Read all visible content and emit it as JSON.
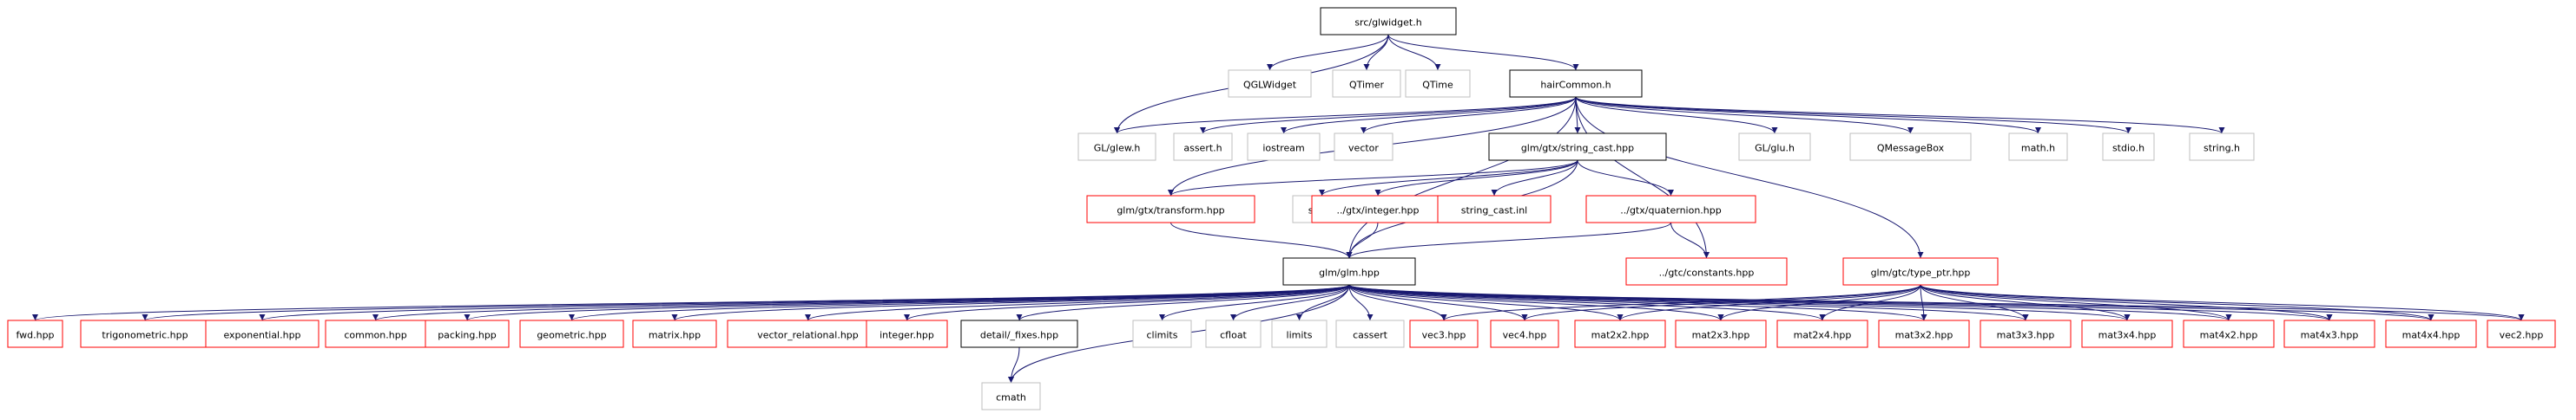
{
  "colors": {
    "root_fill": "#bfbfbf",
    "root_border": "#000000",
    "local_border": "#000000",
    "system_border": "#bfbfbf",
    "missing_border": "#ff0000",
    "edge": "#191970",
    "text": "#000000"
  },
  "nodes": [
    {
      "id": "glwidget",
      "label": "src/glwidget.h",
      "kind": "root"
    },
    {
      "id": "haircommon",
      "label": "hairCommon.h",
      "kind": "local"
    },
    {
      "id": "qglwidget",
      "label": "QGLWidget",
      "kind": "system"
    },
    {
      "id": "qtimer",
      "label": "QTimer",
      "kind": "system"
    },
    {
      "id": "qtime",
      "label": "QTime",
      "kind": "system"
    },
    {
      "id": "glew",
      "label": "GL/glew.h",
      "kind": "system"
    },
    {
      "id": "assert",
      "label": "assert.h",
      "kind": "system"
    },
    {
      "id": "iostream",
      "label": "iostream",
      "kind": "system"
    },
    {
      "id": "vector",
      "label": "vector",
      "kind": "system"
    },
    {
      "id": "string_cast",
      "label": "glm/gtx/string_cast.hpp",
      "kind": "local"
    },
    {
      "id": "glu",
      "label": "GL/glu.h",
      "kind": "system"
    },
    {
      "id": "qmessagebox",
      "label": "QMessageBox",
      "kind": "system"
    },
    {
      "id": "math",
      "label": "math.h",
      "kind": "system"
    },
    {
      "id": "stdio",
      "label": "stdio.h",
      "kind": "system"
    },
    {
      "id": "stringh",
      "label": "string.h",
      "kind": "system"
    },
    {
      "id": "transform",
      "label": "glm/gtx/transform.hpp",
      "kind": "missing"
    },
    {
      "id": "string",
      "label": "string",
      "kind": "system"
    },
    {
      "id": "gtx_integer",
      "label": "../gtx/integer.hpp",
      "kind": "missing"
    },
    {
      "id": "string_cast_inl",
      "label": "string_cast.inl",
      "kind": "missing"
    },
    {
      "id": "quaternion",
      "label": "../gtx/quaternion.hpp",
      "kind": "missing"
    },
    {
      "id": "glm",
      "label": "glm/glm.hpp",
      "kind": "local"
    },
    {
      "id": "constants",
      "label": "../gtc/constants.hpp",
      "kind": "missing"
    },
    {
      "id": "type_ptr",
      "label": "glm/gtc/type_ptr.hpp",
      "kind": "missing"
    },
    {
      "id": "fwd",
      "label": "fwd.hpp",
      "kind": "missing"
    },
    {
      "id": "trigonometric",
      "label": "trigonometric.hpp",
      "kind": "missing"
    },
    {
      "id": "exponential",
      "label": "exponential.hpp",
      "kind": "missing"
    },
    {
      "id": "common",
      "label": "common.hpp",
      "kind": "missing"
    },
    {
      "id": "packing",
      "label": "packing.hpp",
      "kind": "missing"
    },
    {
      "id": "geometric",
      "label": "geometric.hpp",
      "kind": "missing"
    },
    {
      "id": "matrix",
      "label": "matrix.hpp",
      "kind": "missing"
    },
    {
      "id": "vector_relational",
      "label": "vector_relational.hpp",
      "kind": "missing"
    },
    {
      "id": "integer",
      "label": "integer.hpp",
      "kind": "missing"
    },
    {
      "id": "fixes",
      "label": "detail/_fixes.hpp",
      "kind": "local"
    },
    {
      "id": "climits",
      "label": "climits",
      "kind": "system"
    },
    {
      "id": "cfloat",
      "label": "cfloat",
      "kind": "system"
    },
    {
      "id": "limits",
      "label": "limits",
      "kind": "system"
    },
    {
      "id": "cassert",
      "label": "cassert",
      "kind": "system"
    },
    {
      "id": "vec3",
      "label": "vec3.hpp",
      "kind": "missing"
    },
    {
      "id": "vec4",
      "label": "vec4.hpp",
      "kind": "missing"
    },
    {
      "id": "mat2x2",
      "label": "mat2x2.hpp",
      "kind": "missing"
    },
    {
      "id": "mat2x3",
      "label": "mat2x3.hpp",
      "kind": "missing"
    },
    {
      "id": "mat2x4",
      "label": "mat2x4.hpp",
      "kind": "missing"
    },
    {
      "id": "mat3x2",
      "label": "mat3x2.hpp",
      "kind": "missing"
    },
    {
      "id": "mat3x3",
      "label": "mat3x3.hpp",
      "kind": "missing"
    },
    {
      "id": "mat3x4",
      "label": "mat3x4.hpp",
      "kind": "missing"
    },
    {
      "id": "mat4x2",
      "label": "mat4x2.hpp",
      "kind": "missing"
    },
    {
      "id": "mat4x3",
      "label": "mat4x3.hpp",
      "kind": "missing"
    },
    {
      "id": "mat4x4",
      "label": "mat4x4.hpp",
      "kind": "missing"
    },
    {
      "id": "vec2",
      "label": "vec2.hpp",
      "kind": "missing"
    },
    {
      "id": "cmath",
      "label": "cmath",
      "kind": "system"
    }
  ],
  "edges": [
    [
      "glwidget",
      "glew"
    ],
    [
      "glwidget",
      "qglwidget"
    ],
    [
      "glwidget",
      "qtimer"
    ],
    [
      "glwidget",
      "qtime"
    ],
    [
      "glwidget",
      "haircommon"
    ],
    [
      "haircommon",
      "glew"
    ],
    [
      "haircommon",
      "assert"
    ],
    [
      "haircommon",
      "iostream"
    ],
    [
      "haircommon",
      "vector"
    ],
    [
      "haircommon",
      "string_cast"
    ],
    [
      "haircommon",
      "glu"
    ],
    [
      "haircommon",
      "qmessagebox"
    ],
    [
      "haircommon",
      "math"
    ],
    [
      "haircommon",
      "stdio"
    ],
    [
      "haircommon",
      "stringh"
    ],
    [
      "haircommon",
      "transform"
    ],
    [
      "haircommon",
      "glm"
    ],
    [
      "haircommon",
      "constants"
    ],
    [
      "haircommon",
      "type_ptr"
    ],
    [
      "string_cast",
      "transform"
    ],
    [
      "string_cast",
      "string"
    ],
    [
      "string_cast",
      "gtx_integer"
    ],
    [
      "string_cast",
      "string_cast_inl"
    ],
    [
      "string_cast",
      "quaternion"
    ],
    [
      "string_cast",
      "glm"
    ],
    [
      "transform",
      "glm"
    ],
    [
      "gtx_integer",
      "glm"
    ],
    [
      "quaternion",
      "glm"
    ],
    [
      "quaternion",
      "constants"
    ],
    [
      "glm",
      "fwd"
    ],
    [
      "glm",
      "trigonometric"
    ],
    [
      "glm",
      "exponential"
    ],
    [
      "glm",
      "common"
    ],
    [
      "glm",
      "packing"
    ],
    [
      "glm",
      "geometric"
    ],
    [
      "glm",
      "matrix"
    ],
    [
      "glm",
      "vector_relational"
    ],
    [
      "glm",
      "integer"
    ],
    [
      "glm",
      "fixes"
    ],
    [
      "glm",
      "climits"
    ],
    [
      "glm",
      "cfloat"
    ],
    [
      "glm",
      "limits"
    ],
    [
      "glm",
      "cassert"
    ],
    [
      "glm",
      "vec3"
    ],
    [
      "glm",
      "vec4"
    ],
    [
      "glm",
      "mat2x2"
    ],
    [
      "glm",
      "mat2x3"
    ],
    [
      "glm",
      "mat2x4"
    ],
    [
      "glm",
      "mat3x2"
    ],
    [
      "glm",
      "mat3x3"
    ],
    [
      "glm",
      "mat3x4"
    ],
    [
      "glm",
      "mat4x2"
    ],
    [
      "glm",
      "mat4x3"
    ],
    [
      "glm",
      "mat4x4"
    ],
    [
      "glm",
      "vec2"
    ],
    [
      "glm",
      "cmath"
    ],
    [
      "fixes",
      "cmath"
    ],
    [
      "type_ptr",
      "vec3"
    ],
    [
      "type_ptr",
      "vec4"
    ],
    [
      "type_ptr",
      "mat2x2"
    ],
    [
      "type_ptr",
      "mat2x3"
    ],
    [
      "type_ptr",
      "mat2x4"
    ],
    [
      "type_ptr",
      "mat3x2"
    ],
    [
      "type_ptr",
      "mat3x3"
    ],
    [
      "type_ptr",
      "mat3x4"
    ],
    [
      "type_ptr",
      "mat4x2"
    ],
    [
      "type_ptr",
      "mat4x3"
    ],
    [
      "type_ptr",
      "mat4x4"
    ],
    [
      "type_ptr",
      "vec2"
    ]
  ]
}
